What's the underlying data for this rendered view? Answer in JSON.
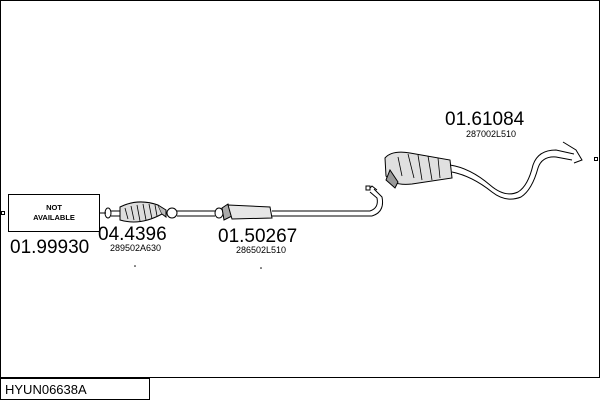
{
  "diagram": {
    "reference_code": "HYUN06638A",
    "parts": [
      {
        "part_number": "01.99930",
        "oe_number": "",
        "box_text": "NOT\nAVAILABLE",
        "icon": "front-pipe"
      },
      {
        "part_number": "04.4396",
        "oe_number": "289502A630",
        "icon": "catalytic-converter"
      },
      {
        "part_number": "01.50267",
        "oe_number": "286502L510",
        "icon": "middle-silencer"
      },
      {
        "part_number": "01.61084",
        "oe_number": "287002L510",
        "icon": "rear-silencer"
      }
    ]
  }
}
